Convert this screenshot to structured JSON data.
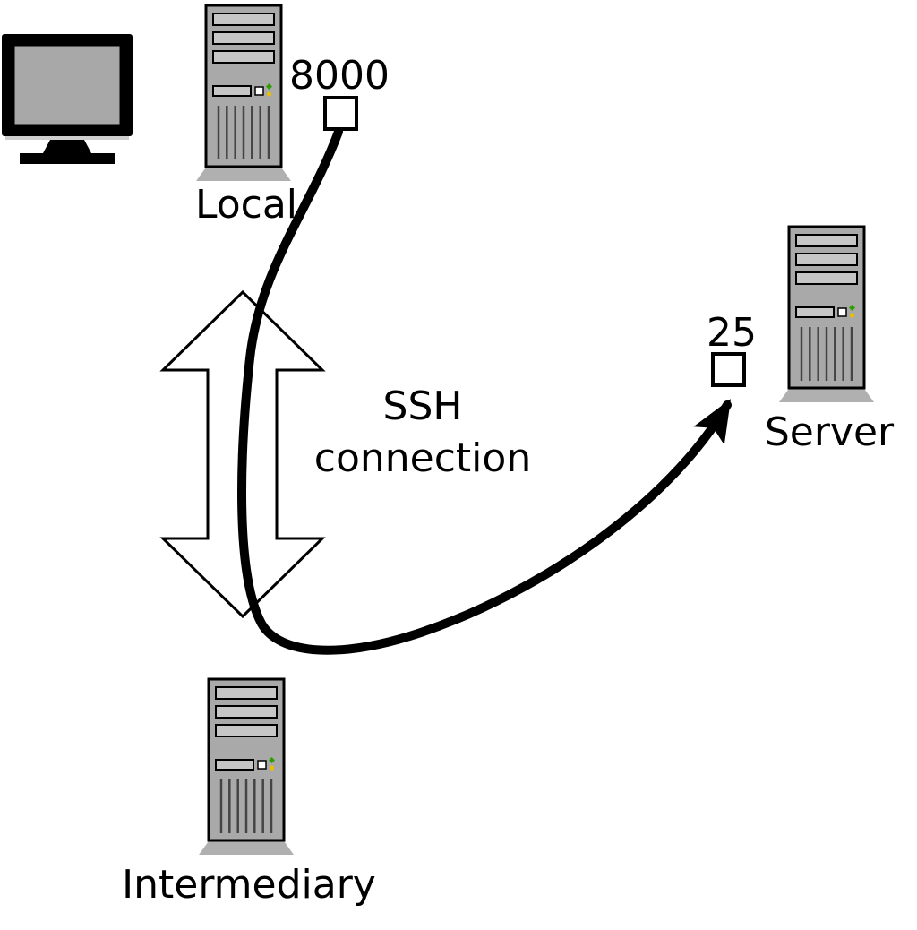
{
  "diagram": {
    "nodes": {
      "local": {
        "label": "Local",
        "port_label": "8000"
      },
      "intermediary": {
        "label": "Intermediary"
      },
      "server": {
        "label": "Server",
        "port_label": "25"
      }
    },
    "connection": {
      "line1": "SSH",
      "line2": "connection"
    },
    "colors": {
      "background": "#ffffff",
      "line": "#000000",
      "tower_body": "#a9a9a9",
      "tower_bay": "#c6c6c6",
      "tower_base": "#b0b0b0",
      "monitor_screen": "#a8a8a8",
      "port_box_fill": "#ffffff",
      "led_green": "#2f9e00",
      "led_yellow": "#e8c000"
    }
  }
}
